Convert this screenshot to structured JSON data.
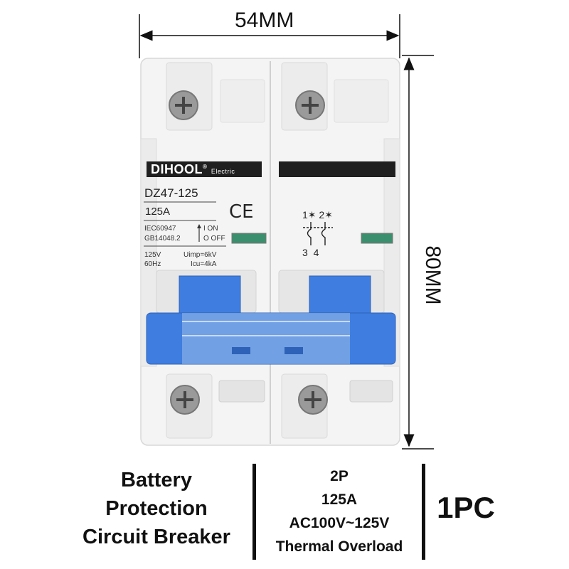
{
  "dimensions": {
    "width_label": "54MM",
    "height_label": "80MM"
  },
  "breaker": {
    "brand": "DIHOOL",
    "brand_mark": "®",
    "brand_sub": "Electric",
    "model": "DZ47-125",
    "current": "125A",
    "ce_mark": "CE",
    "standard_1": "IEC60947",
    "standard_2": "GB14048.2",
    "on_label": "I  ON",
    "off_label": "O  OFF",
    "voltage": "125V",
    "frequency": "60Hz",
    "uimp": "Uimp=6kV",
    "icu": "Icu=4kA",
    "terminals_top": "1✶ 2✶",
    "terminals_bottom": "3  4"
  },
  "captions": {
    "left_lines": [
      "Battery",
      "Protection",
      "Circuit Breaker"
    ],
    "middle_lines": [
      "2P",
      "125A",
      "AC100V~125V",
      "Thermal Overload"
    ],
    "right": "1PC"
  },
  "colors": {
    "body": "#f3f3f3",
    "handle_blue": "#3f7ee0",
    "label_bar": "#1f1f1f",
    "indicator": "#3c8f6e"
  }
}
